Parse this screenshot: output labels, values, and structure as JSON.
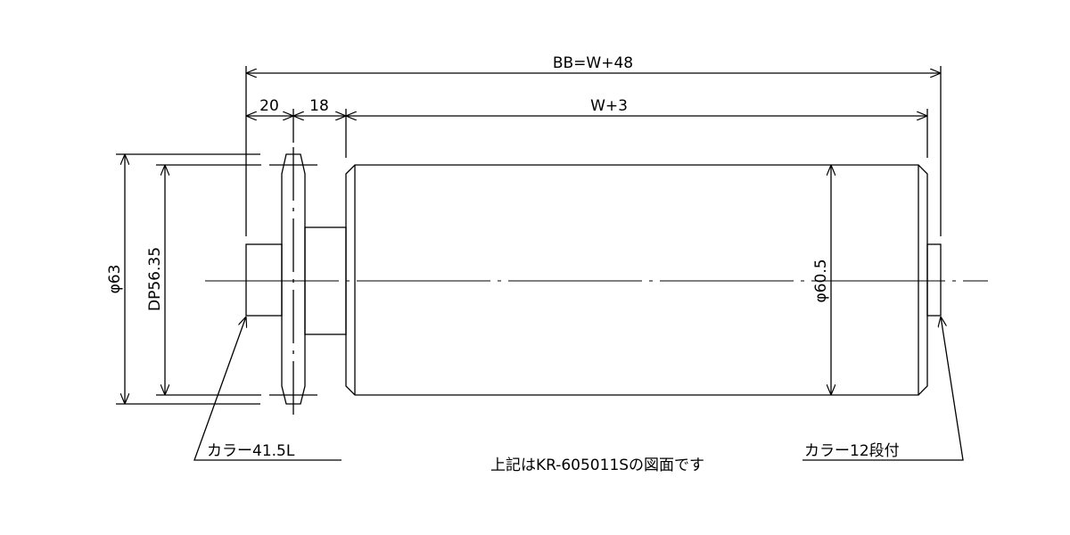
{
  "dimensions": {
    "overall": "BB=W+48",
    "collar_width": "20",
    "hub_width": "18",
    "tube_length": "W+3",
    "sprocket_outer": "φ63",
    "pitch_diameter": "DP56.35",
    "tube_diameter": "φ60.5"
  },
  "callouts": {
    "left_collar": "カラー41.5L",
    "right_collar": "カラー12段付"
  },
  "note": "上記はKR-605011Sの図面です"
}
